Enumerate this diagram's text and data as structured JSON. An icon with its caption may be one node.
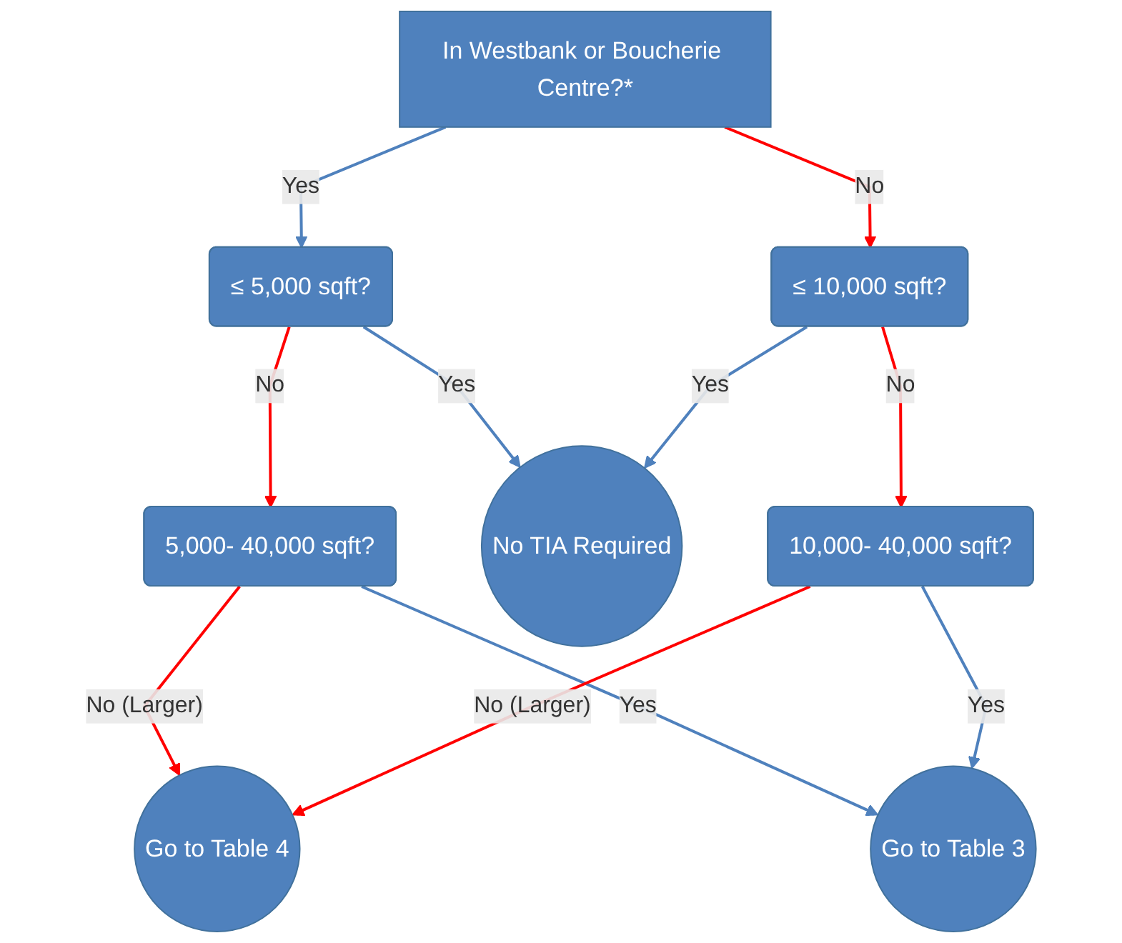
{
  "diagram": {
    "nodes": [
      {
        "text": [
          "In Westbank or Boucherie Centre?*"
        ]
      },
      {
        "text": [
          "≤ 5,000 sqft?"
        ]
      },
      {
        "text": [
          "5,000- 40,000 sqft?"
        ]
      },
      {
        "text": [
          "≤ 10,000 sqft?"
        ]
      },
      {
        "text": [
          "No TIA Required"
        ]
      },
      {
        "text": [
          "10,000- 40,000 sqft?"
        ]
      },
      {
        "text": [
          "Go to Table 3"
        ]
      },
      {
        "text": [
          "Go to Table 4"
        ]
      }
    ],
    "edges": [
      {
        "from": 0,
        "to": 1,
        "arrow": "to",
        "label": "Yes"
      },
      {
        "from": 1,
        "to": 2,
        "arrow": "to",
        "label": "No",
        "color": "#ff0000"
      },
      {
        "from": 2,
        "to": 7,
        "arrow": "to",
        "label": "No (Larger)",
        "color": "#ff0000"
      },
      {
        "from": 0,
        "to": 3,
        "arrow": "to",
        "label": "No",
        "color": "#ff0000"
      },
      {
        "from": 1,
        "to": 4,
        "arrow": "to",
        "label": "Yes"
      },
      {
        "from": 2,
        "to": 6,
        "arrow": "to",
        "label": "Yes"
      },
      {
        "from": 3,
        "to": 4,
        "arrow": "to",
        "label": "Yes"
      },
      {
        "from": 3,
        "to": 5,
        "arrow": "to",
        "label": "No",
        "color": "#ff0000"
      },
      {
        "from": 5,
        "to": 6,
        "arrow": "to",
        "label": "Yes"
      },
      {
        "from": 5,
        "to": 7,
        "arrow": "to",
        "label": "No (Larger)",
        "color": "#ff0000"
      }
    ]
  }
}
